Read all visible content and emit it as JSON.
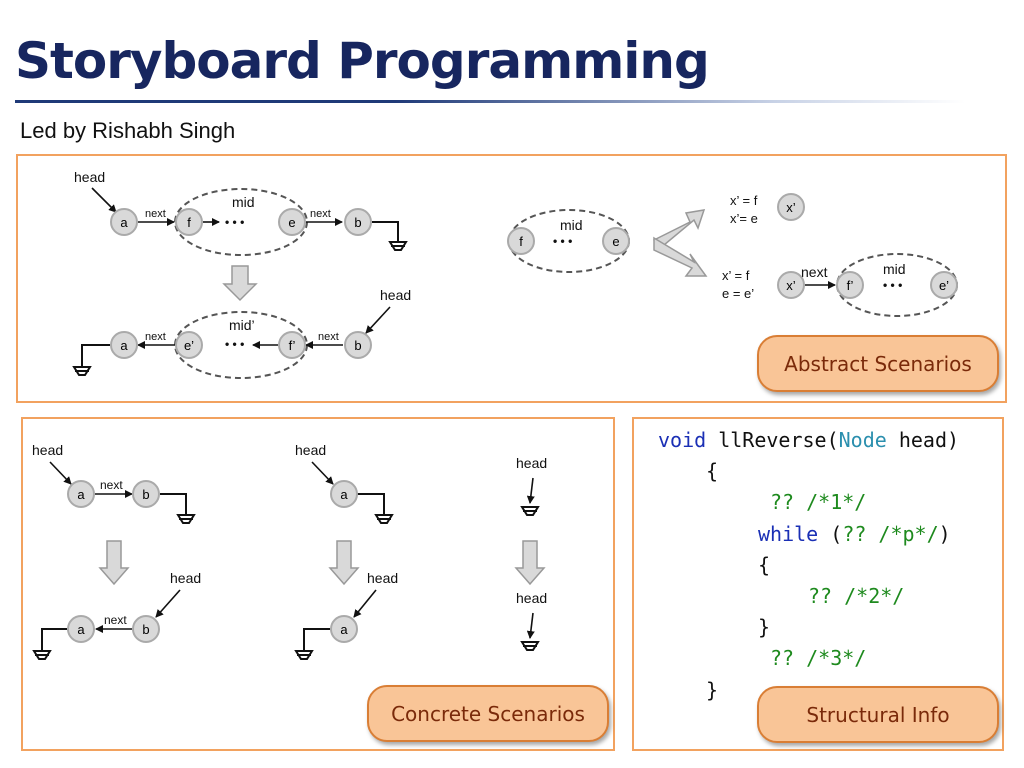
{
  "slide": {
    "title": "Storyboard Programming",
    "subtitle": "Led by Rishabh Singh"
  },
  "abstract": {
    "label": "Abstract Scenarios",
    "head": "head",
    "next": "next",
    "mid": "mid",
    "mid_prime": "mid’",
    "dots": "• • •",
    "nodes": {
      "a": "a",
      "f": "f",
      "e": "e",
      "b": "b",
      "f_prime": "f’",
      "e_prime": "e’",
      "x_prime": "x’"
    },
    "rule1": [
      "x’ = f",
      "x’= e"
    ],
    "rule2": [
      "x’ = f",
      "e = e’"
    ]
  },
  "concrete": {
    "label": "Concrete Scenarios",
    "head": "head",
    "next": "next",
    "nodes": {
      "a": "a",
      "b": "b"
    }
  },
  "structural": {
    "label": "Structural Info",
    "code": {
      "l1_kw": "void",
      "l1_fn": " llReverse(",
      "l1_ty": "Node",
      "l1_rest": " head)",
      "l2": "{",
      "l3": "?? /*1*/",
      "l4_kw": "while",
      "l4_open": " (",
      "l4_cm": "?? /*p*/",
      "l4_close": ")",
      "l5": "{",
      "l6": "?? /*2*/",
      "l7": "}",
      "l8": "?? /*3*/",
      "l9": "}"
    }
  },
  "colors": {
    "title": "#17265f",
    "panel_border": "#f2a25f",
    "badge_fill": "#f9c597",
    "badge_text": "#7a2a0a",
    "node_fill": "#d9d9d9",
    "keyword": "#1a2fb5",
    "type": "#2b8fae",
    "comment": "#1e8a1e"
  }
}
